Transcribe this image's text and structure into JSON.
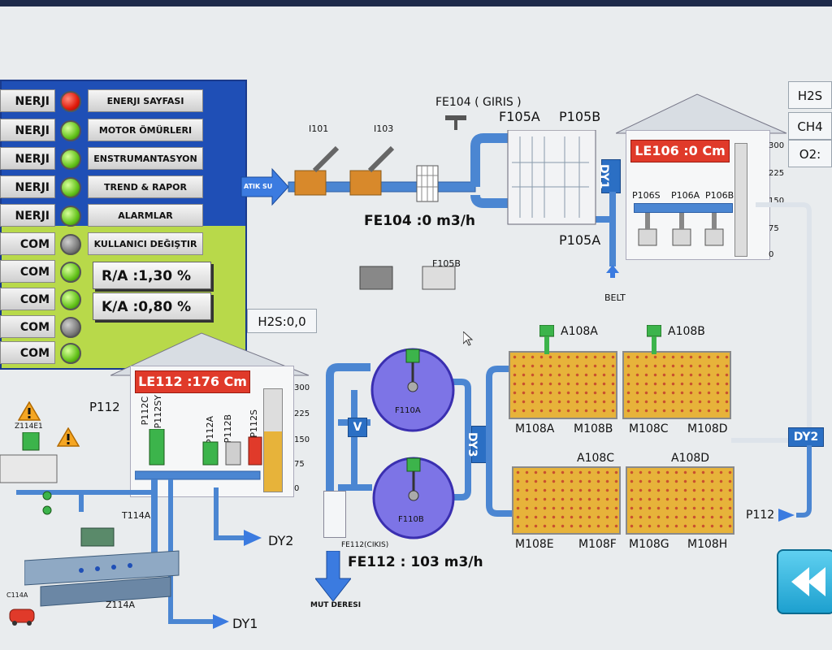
{
  "menu": {
    "left_labels": [
      "NERJI",
      "NERJI",
      "NERJI",
      "NERJI",
      "NERJI",
      "COM",
      "COM",
      "COM",
      "COM",
      "COM"
    ],
    "lamps": [
      "red",
      "green",
      "green",
      "green",
      "green",
      "gray",
      "green",
      "green",
      "gray",
      "green"
    ],
    "buttons": [
      "ENERJI SAYFASI",
      "MOTOR ÖMÜRLERI",
      "ENSTRUMANTASYON",
      "TREND & RAPOR",
      "ALARMLAR",
      "KULLANICI DEĞIŞTIR"
    ],
    "ratio_ra": "R/A :1,30  %",
    "ratio_ka": "K/A :0,80 %"
  },
  "readouts": {
    "h2s_main": "H2S:0,0",
    "right_h2s": "H2S",
    "right_ch4": "CH4",
    "right_o2": "O2:"
  },
  "inlet": {
    "label": "ATIK SU",
    "i101": "I101",
    "i103": "I103",
    "fe104_tag": "FE104 ( GIRIS )",
    "fe104_value": "FE104 :0 m3/h",
    "f105a": "F105A",
    "p105b": "P105B",
    "p105a": "P105A",
    "f105b": "F105B",
    "dy1": "DY1",
    "belt": "BELT"
  },
  "house106": {
    "level": "LE106 :0 Cm",
    "pumps": [
      "P106S",
      "P106A",
      "P106B"
    ],
    "scale": [
      "300",
      "225",
      "150",
      "75",
      "0"
    ],
    "fill_fraction": 0
  },
  "house112": {
    "level": "LE112 :176 Cm",
    "pump_label": "P112",
    "pumps": [
      "P112C",
      "P112SY",
      "P112A",
      "P112B",
      "P112S"
    ],
    "scale": [
      "300",
      "225",
      "150",
      "75",
      "0"
    ],
    "fill_fraction": 0.59
  },
  "filters": {
    "v": "V",
    "f110a": "F110A",
    "f110b": "F110B",
    "dy3": "DY3",
    "fe112_tag": "FE112(CIKIS)",
    "fe112_value": "FE112 : 103 m3/h",
    "outlet": "MUT DERESI"
  },
  "aeration": {
    "a108a": "A108A",
    "a108b": "A108B",
    "a108c": "A108C",
    "a108d": "A108D",
    "motors": [
      "M108A",
      "M108B",
      "M108C",
      "M108D",
      "M108E",
      "M108F",
      "M108G",
      "M108H"
    ],
    "dy2": "DY2",
    "p112": "P112"
  },
  "sludge": {
    "z114e1": "Z114E1",
    "t114a": "T114A",
    "z114a": "Z114A",
    "c114a": "C114A",
    "dy2": "DY2",
    "dy1": "DY1"
  },
  "colors": {
    "pipe": "#4b86d2",
    "alarm_red": "#e03a2a",
    "panel_blue": "#1f4fb6",
    "panel_green": "#b8d94a",
    "tank_fill": "#e7b33a"
  }
}
